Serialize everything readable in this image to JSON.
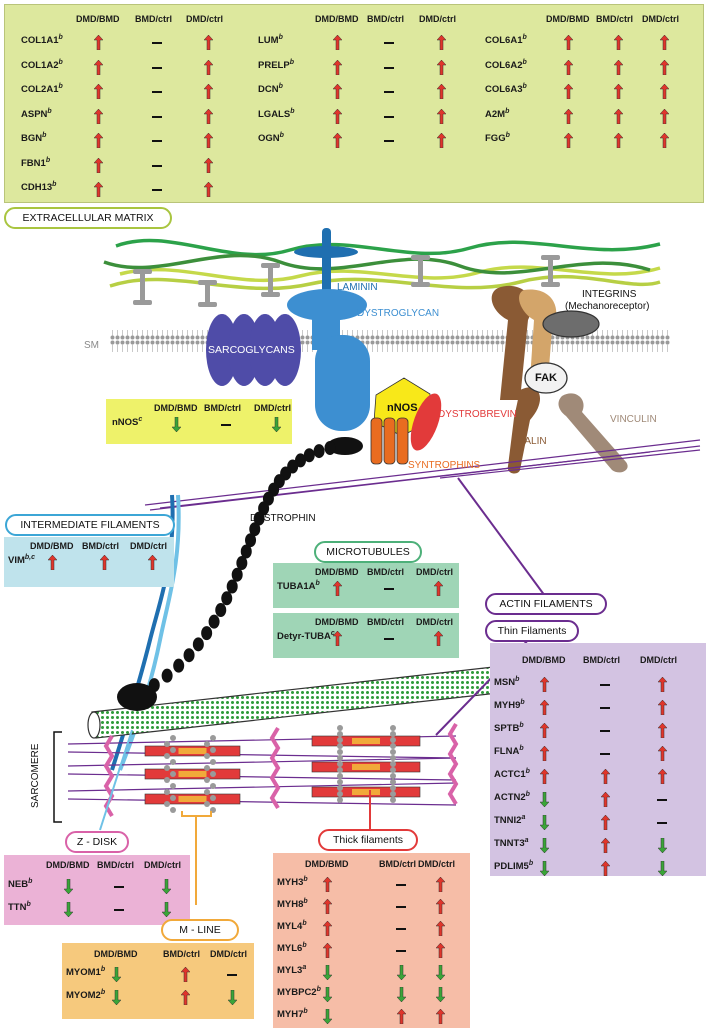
{
  "colors": {
    "ecm_panel": "#dde89e",
    "up_arrow": "#e0352b",
    "down_arrow": "#3aa538",
    "if_panel": "#bfe3ec",
    "mt_panel": "#9fd5b6",
    "nnos_panel": "#eef26a",
    "thin_panel": "#d3c3e2",
    "zdisk_panel": "#ebb2d6",
    "thick_panel": "#f6bda7",
    "mline_panel": "#f6c97d"
  },
  "symbols": {
    "up": "up-arrow",
    "down": "down-arrow",
    "none": "dash"
  },
  "ecm": {
    "headers": [
      "DMD/BMD",
      "BMD/ctrl",
      "DMD/ctrl"
    ],
    "columns": [
      {
        "rows": [
          {
            "gene": "COL1A1",
            "sup": "b",
            "vals": [
              "up",
              "none",
              "up"
            ]
          },
          {
            "gene": "COL1A2",
            "sup": "b",
            "vals": [
              "up",
              "none",
              "up"
            ]
          },
          {
            "gene": "COL2A1",
            "sup": "b",
            "vals": [
              "up",
              "none",
              "up"
            ]
          },
          {
            "gene": "ASPN",
            "sup": "b",
            "vals": [
              "up",
              "none",
              "up"
            ]
          },
          {
            "gene": "BGN",
            "sup": "b",
            "vals": [
              "up",
              "none",
              "up"
            ]
          },
          {
            "gene": "FBN1",
            "sup": "b",
            "vals": [
              "up",
              "none",
              "up"
            ]
          },
          {
            "gene": "CDH13",
            "sup": "b",
            "vals": [
              "up",
              "none",
              "up"
            ]
          }
        ]
      },
      {
        "rows": [
          {
            "gene": "LUM",
            "sup": "b",
            "vals": [
              "up",
              "none",
              "up"
            ]
          },
          {
            "gene": "PRELP",
            "sup": "b",
            "vals": [
              "up",
              "none",
              "up"
            ]
          },
          {
            "gene": "DCN",
            "sup": "b",
            "vals": [
              "up",
              "none",
              "up"
            ]
          },
          {
            "gene": "LGALS",
            "sup": "b",
            "vals": [
              "up",
              "none",
              "up"
            ]
          },
          {
            "gene": "OGN",
            "sup": "b",
            "vals": [
              "up",
              "none",
              "up"
            ]
          }
        ]
      },
      {
        "rows": [
          {
            "gene": "COL6A1",
            "sup": "b",
            "vals": [
              "up",
              "up",
              "up"
            ]
          },
          {
            "gene": "COL6A2",
            "sup": "b",
            "vals": [
              "up",
              "up",
              "up"
            ]
          },
          {
            "gene": "COL6A3",
            "sup": "b",
            "vals": [
              "up",
              "up",
              "up"
            ]
          },
          {
            "gene": "A2M",
            "sup": "b",
            "vals": [
              "up",
              "up",
              "up"
            ]
          },
          {
            "gene": "FGG",
            "sup": "b",
            "vals": [
              "up",
              "up",
              "up"
            ]
          }
        ]
      }
    ]
  },
  "labels": {
    "ecm": "EXTRACELLULAR MATRIX",
    "laminin": "LAMININ",
    "dystroglycan": "DYSTROGLYCAN",
    "integrins": "INTEGRINS",
    "mechanoreceptor": "(Mechanoreceptor)",
    "sm": "SM",
    "sarcoglycans": "SARCOGLYCANS",
    "fak": "FAK",
    "nnos": "nNOS",
    "dystrobrevin": "DYSTROBREVIN",
    "vinculin": "VINCULIN",
    "talin": "TALIN",
    "syntrophins": "SYNTROPHINS",
    "dystrophin": "DYSTROPHIN",
    "intermediate_filaments": "INTERMEDIATE FILAMENTS",
    "microtubules": "MICROTUBULES",
    "actin_filaments": "ACTIN FILAMENTS",
    "thin_filaments": "Thin Filaments",
    "sarcomere": "SARCOMERE",
    "z_disk": "Z - DISK",
    "thick_filaments": "Thick filaments",
    "m_line": "M - LINE"
  },
  "nnos_table": {
    "headers": [
      "DMD/BMD",
      "BMD/ctrl",
      "DMD/ctrl"
    ],
    "rows": [
      {
        "gene": "nNOS",
        "sup": "c",
        "vals": [
          "down",
          "none",
          "down"
        ]
      }
    ]
  },
  "if_table": {
    "headers": [
      "DMD/BMD",
      "BMD/ctrl",
      "DMD/ctrl"
    ],
    "rows": [
      {
        "gene": "VIM",
        "sup": "b,c",
        "vals": [
          "up",
          "up",
          "up"
        ]
      }
    ]
  },
  "mt_table1": {
    "headers": [
      "DMD/BMD",
      "BMD/ctrl",
      "DMD/ctrl"
    ],
    "rows": [
      {
        "gene": "TUBA1A",
        "sup": "b",
        "vals": [
          "up",
          "none",
          "up"
        ]
      }
    ]
  },
  "mt_table2": {
    "headers": [
      "DMD/BMD",
      "BMD/ctrl",
      "DMD/ctrl"
    ],
    "rows": [
      {
        "gene": "Detyr-TUBA",
        "sup": "c",
        "vals": [
          "up",
          "none",
          "up"
        ]
      }
    ]
  },
  "thin_table": {
    "headers": [
      "DMD/BMD",
      "BMD/ctrl",
      "DMD/ctrl"
    ],
    "rows": [
      {
        "gene": "MSN",
        "sup": "b",
        "vals": [
          "up",
          "none",
          "up"
        ]
      },
      {
        "gene": "MYH9",
        "sup": "b",
        "vals": [
          "up",
          "none",
          "up"
        ]
      },
      {
        "gene": "SPTB",
        "sup": "b",
        "vals": [
          "up",
          "none",
          "up"
        ]
      },
      {
        "gene": "FLNA",
        "sup": "b",
        "vals": [
          "up",
          "none",
          "up"
        ]
      },
      {
        "gene": "ACTC1",
        "sup": "b",
        "vals": [
          "up",
          "up",
          "up"
        ]
      },
      {
        "gene": "ACTN2",
        "sup": "b",
        "vals": [
          "down",
          "up",
          "none"
        ]
      },
      {
        "gene": "TNNI2",
        "sup": "a",
        "vals": [
          "down",
          "up",
          "none"
        ]
      },
      {
        "gene": "TNNT3",
        "sup": "a",
        "vals": [
          "down",
          "up",
          "down"
        ]
      },
      {
        "gene": "PDLIM5",
        "sup": "b",
        "vals": [
          "down",
          "up",
          "down"
        ]
      }
    ]
  },
  "zdisk_table": {
    "headers": [
      "DMD/BMD",
      "BMD/ctrl",
      "DMD/ctrl"
    ],
    "rows": [
      {
        "gene": "NEB",
        "sup": "b",
        "vals": [
          "down",
          "none",
          "down"
        ]
      },
      {
        "gene": "TTN",
        "sup": "b",
        "vals": [
          "down",
          "none",
          "down"
        ]
      }
    ]
  },
  "thick_table": {
    "headers": [
      "DMD/BMD",
      "BMD/ctrl",
      "DMD/ctrl"
    ],
    "rows": [
      {
        "gene": "MYH3",
        "sup": "b",
        "vals": [
          "up",
          "none",
          "up"
        ]
      },
      {
        "gene": "MYH8",
        "sup": "b",
        "vals": [
          "up",
          "none",
          "up"
        ]
      },
      {
        "gene": "MYL4",
        "sup": "b",
        "vals": [
          "up",
          "none",
          "up"
        ]
      },
      {
        "gene": "MYL6",
        "sup": "b",
        "vals": [
          "up",
          "none",
          "up"
        ]
      },
      {
        "gene": "MYL3",
        "sup": "a",
        "vals": [
          "down",
          "down",
          "down"
        ]
      },
      {
        "gene": "MYBPC2",
        "sup": "b",
        "vals": [
          "down",
          "down",
          "down"
        ]
      },
      {
        "gene": "MYH7",
        "sup": "b",
        "vals": [
          "down",
          "up",
          "up"
        ]
      }
    ]
  },
  "mline_table": {
    "headers": [
      "DMD/BMD",
      "BMD/ctrl",
      "DMD/ctrl"
    ],
    "rows": [
      {
        "gene": "MYOM1",
        "sup": "b",
        "vals": [
          "down",
          "up",
          "none"
        ]
      },
      {
        "gene": "MYOM2",
        "sup": "b",
        "vals": [
          "down",
          "up",
          "down"
        ]
      }
    ]
  }
}
